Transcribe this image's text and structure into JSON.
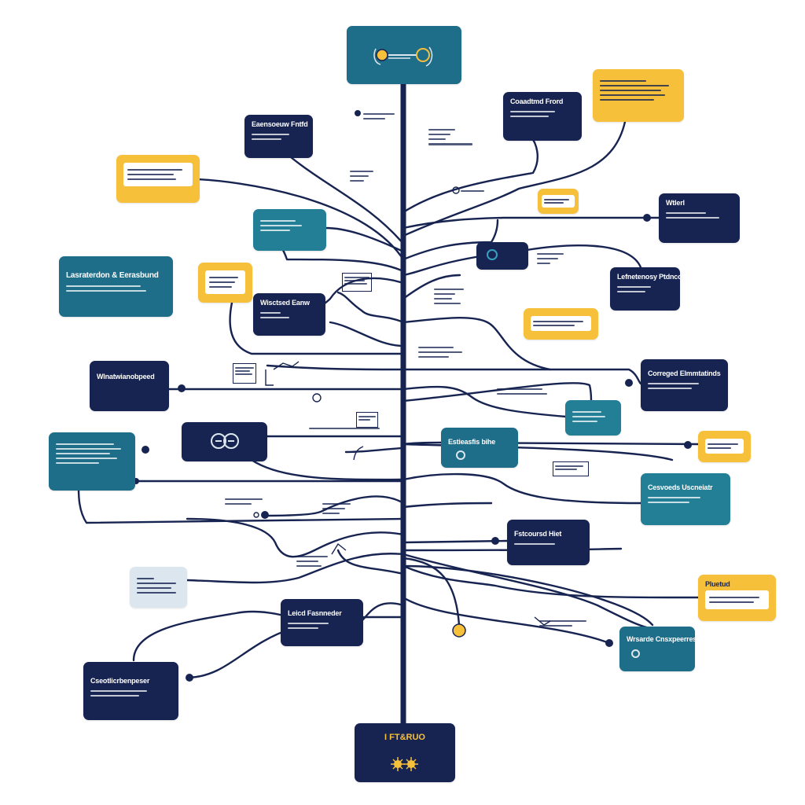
{
  "diagram": {
    "colors": {
      "navy": "#172451",
      "teal": "#1e6d89",
      "teal_light": "#237f96",
      "yellow": "#f6c03b",
      "pale": "#dce6ee",
      "background": "#ffffff"
    },
    "top_node": {
      "icons": [
        "gear-icon",
        "coin-icon"
      ]
    },
    "root_node": {
      "title": "I FT&RUO",
      "icons": [
        "sun-gear-icon",
        "sun-gear-icon"
      ]
    },
    "nodes": {
      "n_top_right": "Coaadtmd Frord",
      "n_upper_left": "Eaensoeuw Fntfd",
      "n_right_1": "Wtlerl",
      "n_big_left": "Lasraterdon & Eerasbund",
      "n_right_2": "Lefnetenosy Ptdnco",
      "n_mid_left": "Wisctsed Eanw",
      "n_left_3": "Wlnatwianobpeed",
      "n_right_3": "Correged Elmmtatinds",
      "n_center_right": "Estieasfis bihe",
      "n_right_4": "Cesvoeds Uscneiatr",
      "n_lower_mid": "Fstcoursd Hiet",
      "n_lower_center": "Leicd Fasnneder",
      "n_bottom_left": "Cseotlicrbenpeser",
      "n_yellow_right": "Pluetud",
      "n_bottom_right": "Wrsarde Cnsxpeerres"
    }
  }
}
